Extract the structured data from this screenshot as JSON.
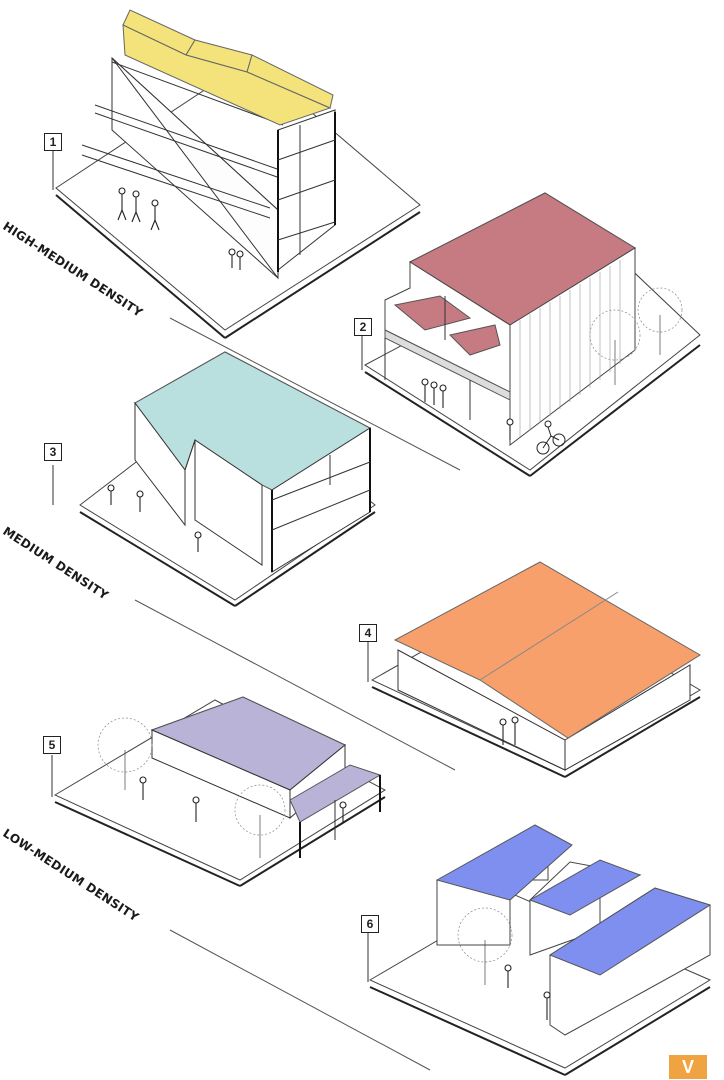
{
  "labels": {
    "high_medium": "HIGH-MEDIUM DENSITY",
    "medium": "MEDIUM DENSITY",
    "low_medium": "LOW-MEDIUM DENSITY"
  },
  "buildings": [
    {
      "number": "1",
      "roof_color": "#F3E37A"
    },
    {
      "number": "2",
      "roof_color": "#C67B82"
    },
    {
      "number": "3",
      "roof_color": "#B9E0DE"
    },
    {
      "number": "4",
      "roof_color": "#F7A06C"
    },
    {
      "number": "5",
      "roof_color": "#B9B3D8"
    },
    {
      "number": "6",
      "roof_color": "#7F8FF0"
    }
  ],
  "badge": {
    "letter": "V",
    "color": "#F0A441"
  },
  "icons": [
    "person-figure",
    "tree",
    "bicycle"
  ]
}
